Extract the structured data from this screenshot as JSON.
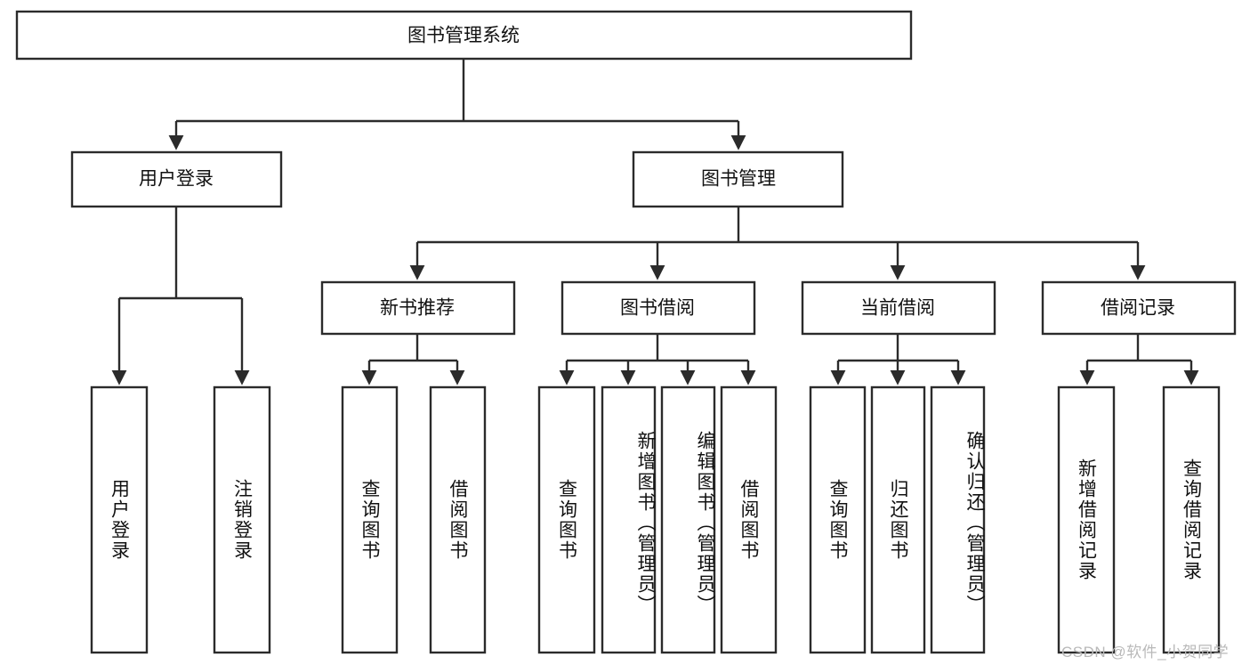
{
  "diagram": {
    "type": "tree-hierarchy",
    "title": "图书管理系统",
    "root": {
      "id": "root",
      "label": "图书管理系统",
      "level": 0
    },
    "level1": [
      {
        "id": "user-login",
        "label": "用户登录",
        "level": 1
      },
      {
        "id": "book-manage",
        "label": "图书管理",
        "level": 1
      }
    ],
    "level2": [
      {
        "id": "new-book-recommend",
        "label": "新书推荐",
        "parent": "book-manage",
        "level": 2
      },
      {
        "id": "book-borrow",
        "label": "图书借阅",
        "parent": "book-manage",
        "level": 2
      },
      {
        "id": "current-borrow",
        "label": "当前借阅",
        "parent": "book-manage",
        "level": 2
      },
      {
        "id": "borrow-record",
        "label": "借阅记录",
        "parent": "book-manage",
        "level": 2
      }
    ],
    "leaves": [
      {
        "id": "leaf-user-login",
        "label": "用户登录",
        "parent": "user-login",
        "align": "center"
      },
      {
        "id": "leaf-logout-login",
        "label": "注销登录",
        "parent": "user-login",
        "align": "center"
      },
      {
        "id": "leaf-query-book-1",
        "label": "查询图书",
        "parent": "new-book-recommend",
        "align": "center"
      },
      {
        "id": "leaf-borrow-book-1",
        "label": "借阅图书",
        "parent": "new-book-recommend",
        "align": "center"
      },
      {
        "id": "leaf-query-book-2",
        "label": "查询图书",
        "parent": "book-borrow",
        "align": "center"
      },
      {
        "id": "leaf-add-book-admin",
        "label": "新增图书（管理员）",
        "parent": "book-borrow",
        "align": "top"
      },
      {
        "id": "leaf-edit-book-admin",
        "label": "编辑图书（管理员）",
        "parent": "book-borrow",
        "align": "top"
      },
      {
        "id": "leaf-borrow-book-2",
        "label": "借阅图书",
        "parent": "book-borrow",
        "align": "center"
      },
      {
        "id": "leaf-query-book-3",
        "label": "查询图书",
        "parent": "current-borrow",
        "align": "center"
      },
      {
        "id": "leaf-return-book",
        "label": "归还图书",
        "parent": "current-borrow",
        "align": "center"
      },
      {
        "id": "leaf-confirm-return-admin",
        "label": "确认归还（管理员）",
        "parent": "current-borrow",
        "align": "top"
      },
      {
        "id": "leaf-add-borrow-record",
        "label": "新增借阅记录",
        "parent": "borrow-record",
        "align": "center"
      },
      {
        "id": "leaf-query-borrow-record",
        "label": "查询借阅记录",
        "parent": "borrow-record",
        "align": "center"
      }
    ],
    "colors": {
      "stroke": "#2b2b2b",
      "fill": "#ffffff",
      "text": "#111111",
      "watermark": "#b9b9b9",
      "background": "#ffffff"
    }
  },
  "watermark": {
    "text": "CSDN @软件_小贺同学"
  }
}
